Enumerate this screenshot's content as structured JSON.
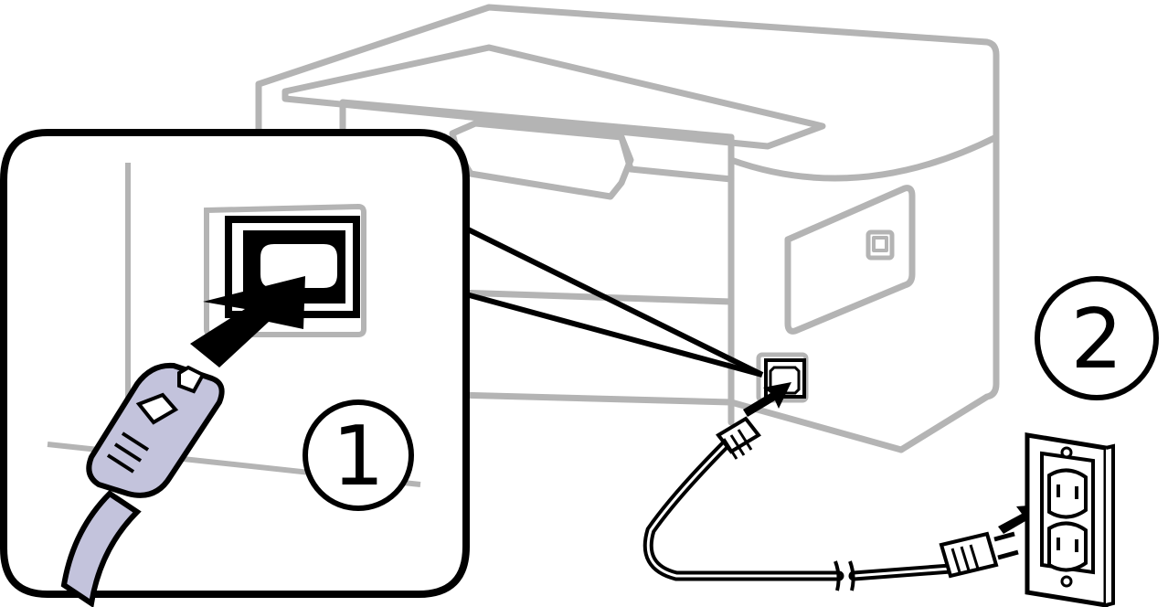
{
  "steps": [
    {
      "number": "1"
    },
    {
      "number": "2"
    }
  ],
  "colors": {
    "printer_outline": "#b4b4b4",
    "cord_fill": "#c3c3dc",
    "outline": "#000000",
    "background": "#ffffff"
  },
  "icons": [
    "printer",
    "ac-inlet-port",
    "power-cord",
    "wall-outlet",
    "insert-arrow"
  ]
}
